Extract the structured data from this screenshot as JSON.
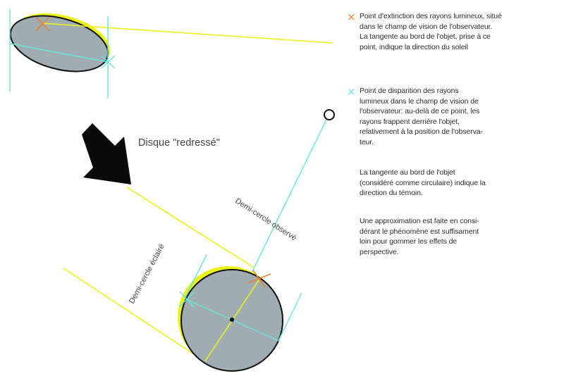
{
  "colors": {
    "disk_fill": "#9fadb3",
    "outline": "#111111",
    "yellow": "#eaf21a",
    "cyan": "#67e6d6",
    "orange": "#e8802a",
    "text": "#2b2b2b"
  },
  "labels": {
    "disque_redresse": "Disque \"redressé\"",
    "demi_cercle_observe": "Demi-cercle observé",
    "demi_cercle_eclaire": "Demi-cercle éclairé"
  },
  "legend": {
    "extinction": {
      "marker": "×",
      "marker_color": "#e8802a",
      "text": "Point d'extinction des rayons lumineux, situé\ndans le champ de vision de l'observateur.\nLa tangente au bord de l'objet, prise à ce\npoint, indique la direction du soleil"
    },
    "disparition": {
      "marker": "×",
      "marker_color": "#67e6d6",
      "text": "Point de disparition des rayons\nlumineux dans le champ de vision de\nl'observateur: au-delà de ce point, les\nrayons frappent derrière l'objet,\nrelativement à la position de l'observa-\nteur."
    },
    "tangente": {
      "text": "La tangente au bord de l'objet\n(considéré comme circulaire) indique la\ndirection du témoin."
    },
    "approximation": {
      "text": "Une approximation est faite en consi-\ndérant le phénomène est suffisament\nloin pour gommer les effets de\nperspective."
    }
  }
}
